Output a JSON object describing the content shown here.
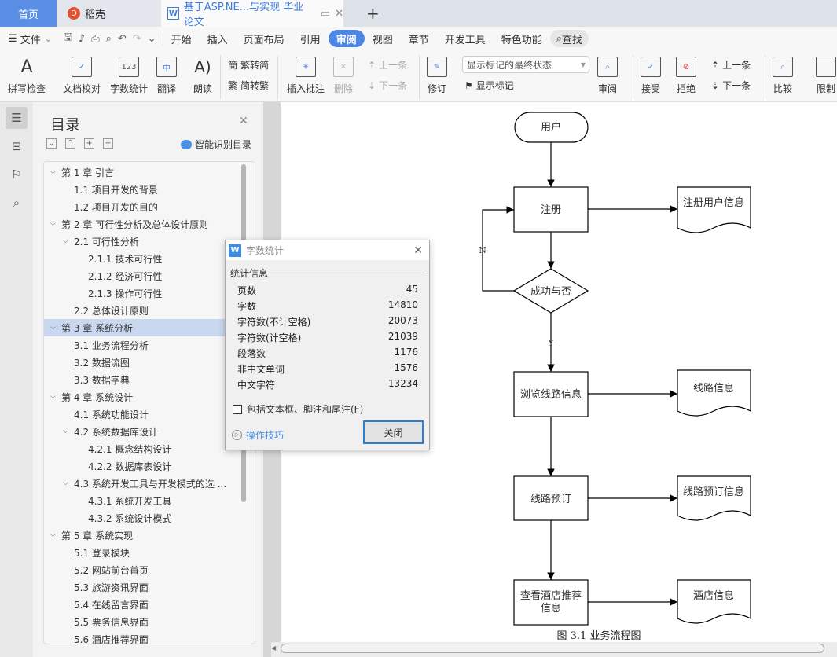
{
  "tabs": {
    "home": "首页",
    "daoke": "稻壳",
    "doc": "基于ASP.NE...与实现 毕业论文",
    "new_tab": "+"
  },
  "menu": {
    "file": "文件",
    "items": [
      "开始",
      "插入",
      "页面布局",
      "引用",
      "审阅",
      "视图",
      "章节",
      "开发工具",
      "特色功能"
    ],
    "active": "审阅",
    "search": "查找"
  },
  "toolbar": {
    "spell": "拼写检查",
    "proof": "文档校对",
    "wordcount": "字数统计",
    "translate": "翻译",
    "read": "朗读",
    "trad_to_simp": "繁转简",
    "simp_to_trad": "简转繁",
    "insert_comment": "插入批注",
    "delete": "删除",
    "prev_comment": "上一条",
    "next_comment": "下一条",
    "revise": "修订",
    "markup_select": "显示标记的最终状态",
    "show_markup": "显示标记",
    "review": "审阅",
    "accept": "接受",
    "reject": "拒绝",
    "prev_change": "上一条",
    "next_change": "下一条",
    "compare": "比较",
    "restrict": "限制"
  },
  "sidebar": {
    "title": "目录",
    "smart_toc": "智能识别目录",
    "toc": [
      {
        "label": "第 1 章  引言",
        "level": 0,
        "chev": true
      },
      {
        "label": "1.1  项目开发的背景",
        "level": 1
      },
      {
        "label": "1.2  项目开发的目的",
        "level": 1
      },
      {
        "label": "第 2 章  可行性分析及总体设计原则",
        "level": 0,
        "chev": true
      },
      {
        "label": "2.1  可行性分析",
        "level": 1,
        "chev": true
      },
      {
        "label": "2.1.1  技术可行性",
        "level": 2
      },
      {
        "label": "2.1.2  经济可行性",
        "level": 2
      },
      {
        "label": "2.1.3  操作可行性",
        "level": 2
      },
      {
        "label": "2.2  总体设计原则",
        "level": 1
      },
      {
        "label": "第 3 章  系统分析",
        "level": 0,
        "chev": true,
        "selected": true
      },
      {
        "label": "3.1  业务流程分析",
        "level": 1
      },
      {
        "label": "3.2  数据流图",
        "level": 1
      },
      {
        "label": "3.3  数据字典",
        "level": 1
      },
      {
        "label": "第 4 章  系统设计",
        "level": 0,
        "chev": true
      },
      {
        "label": "4.1  系统功能设计",
        "level": 1
      },
      {
        "label": "4.2  系统数据库设计",
        "level": 1,
        "chev": true
      },
      {
        "label": "4.2.1  概念结构设计",
        "level": 2
      },
      {
        "label": "4.2.2  数据库表设计",
        "level": 2
      },
      {
        "label": "4.3  系统开发工具与开发模式的选 ...",
        "level": 1,
        "chev": true
      },
      {
        "label": "4.3.1  系统开发工具",
        "level": 2
      },
      {
        "label": "4.3.2  系统设计模式",
        "level": 2
      },
      {
        "label": "第 5 章  系统实现",
        "level": 0,
        "chev": true
      },
      {
        "label": "5.1  登录模块",
        "level": 1
      },
      {
        "label": "5.2  网站前台首页",
        "level": 1
      },
      {
        "label": "5.3  旅游资讯界面",
        "level": 1
      },
      {
        "label": "5.4  在线留言界面",
        "level": 1
      },
      {
        "label": "5.5 票务信息界面",
        "level": 1
      },
      {
        "label": "5.6  酒店推荐界面",
        "level": 1
      }
    ]
  },
  "dialog": {
    "title": "字数统计",
    "section": "统计信息",
    "rows": [
      {
        "label": "页数",
        "value": "45"
      },
      {
        "label": "字数",
        "value": "14810"
      },
      {
        "label": "字符数(不计空格)",
        "value": "20073"
      },
      {
        "label": "字符数(计空格)",
        "value": "21039"
      },
      {
        "label": "段落数",
        "value": "1176"
      },
      {
        "label": "非中文单词",
        "value": "1576"
      },
      {
        "label": "中文字符",
        "value": "13234"
      }
    ],
    "checkbox": "包括文本框、脚注和尾注(F)",
    "checked": false,
    "tips": "操作技巧",
    "close": "关闭"
  },
  "flow": {
    "user": "用户",
    "register": "注册",
    "reg_info": "注册用户信息",
    "decision": "成功与否",
    "no": "N",
    "yes": "Y",
    "browse": "浏览线路信息",
    "route_info": "线路信息",
    "book": "线路预订",
    "book_info": "线路预订信息",
    "hotel_l1": "查看酒店推荐",
    "hotel_l2": "信息",
    "hotel_info": "酒店信息",
    "caption": "图 3.1 业务流程图"
  }
}
